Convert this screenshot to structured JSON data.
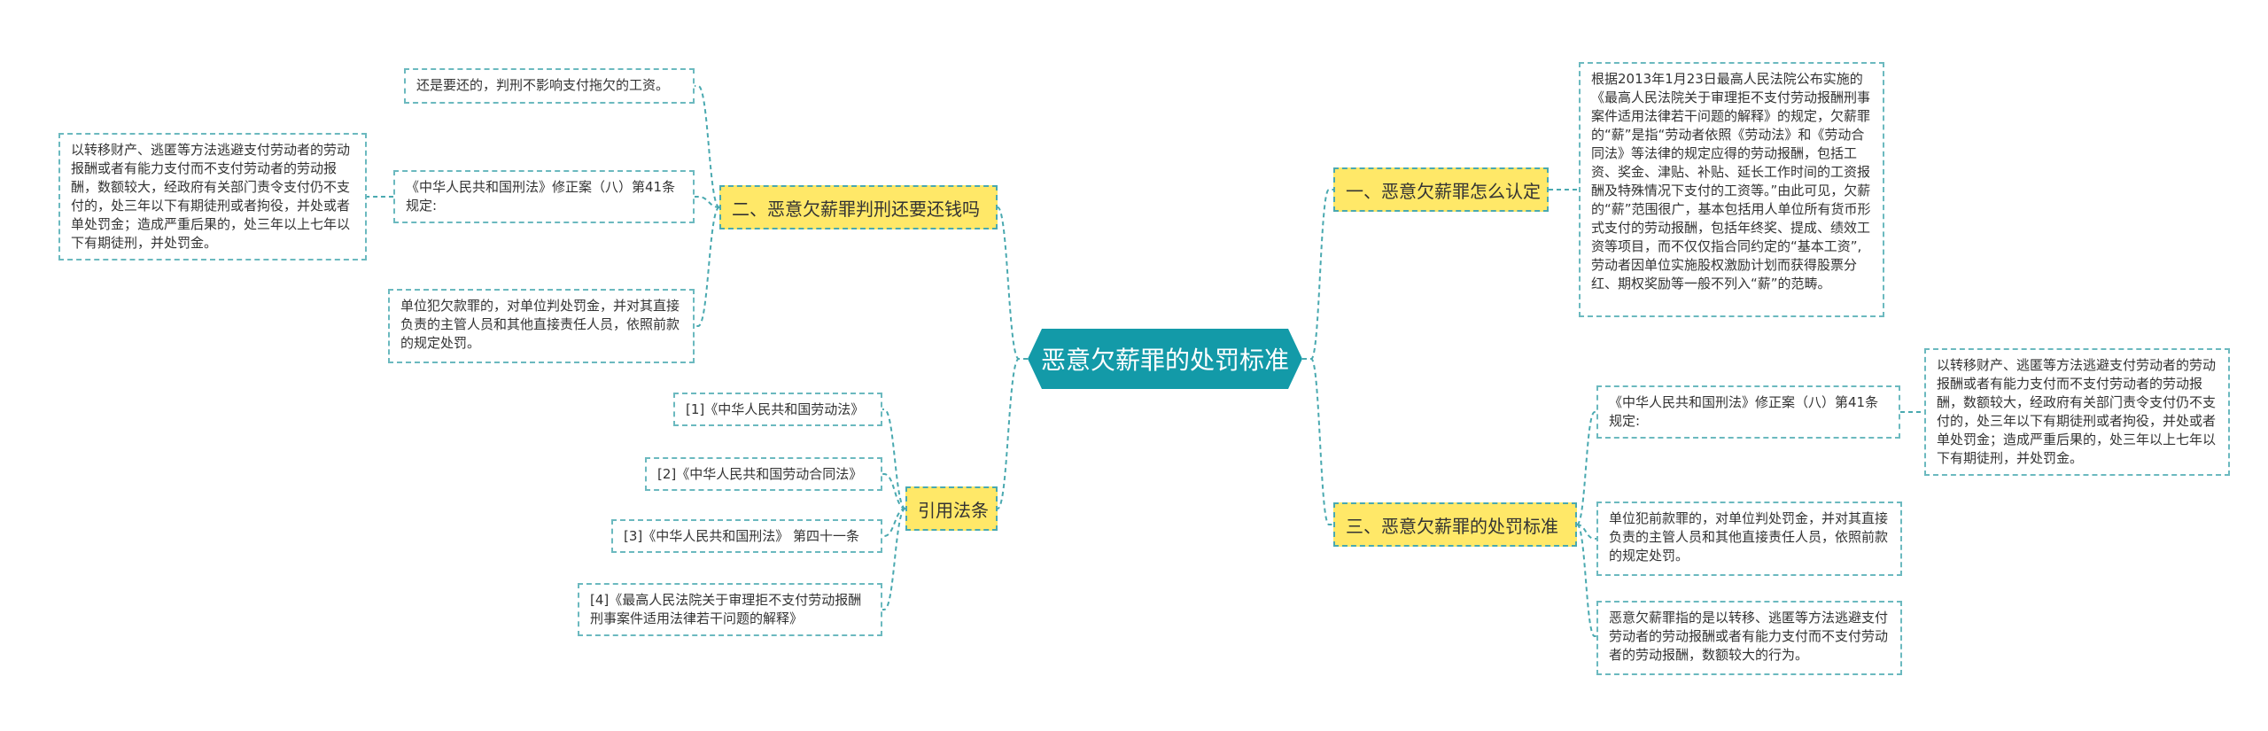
{
  "root": {
    "title": "恶意欠薪罪的处罚标准"
  },
  "branches": {
    "b1": "一、恶意欠薪罪怎么认定",
    "b2": "二、恶意欠薪罪判刑还要还钱吗",
    "b3": "三、恶意欠薪罪的处罚标准",
    "b4": "引用法条"
  },
  "leaves": {
    "l_b1_def": "根据2013年1月23日最高人民法院公布实施的《最高人民法院关于审理拒不支付劳动报酬刑事案件适用法律若干问题的解释》的规定，欠薪罪的“薪”是指“劳动者依照《劳动法》和《劳动合同法》等法律的规定应得的劳动报酬，包括工资、奖金、津贴、补贴、延长工作时间的工资报酬及特殊情况下支付的工资等。”由此可见，欠薪的“薪”范围很广，基本包括用人单位所有货币形式支付的劳动报酬，包括年终奖、提成、绩效工资等项目，而不仅仅指合同约定的“基本工资”,劳动者因单位实施股权激励计划而获得股票分红、期权奖励等一般不列入“薪”的范畴。",
    "l_b2_pay": "还是要还的，判刑不影响支付拖欠的工资。",
    "l_b2_law": "《中华人民共和国刑法》修正案（八）第41条规定:",
    "l_b2_law_detail": "以转移财产、逃匿等方法逃避支付劳动者的劳动报酬或者有能力支付而不支付劳动者的劳动报酬，数额较大，经政府有关部门责令支付仍不支付的，处三年以下有期徒刑或者拘役，并处或者单处罚金；造成严重后果的，处三年以上七年以下有期徒刑，并处罚金。",
    "l_b2_unit": "单位犯欠款罪的，对单位判处罚金，并对其直接负责的主管人员和其他直接责任人员，依照前款的规定处罚。",
    "l_b3_law": "《中华人民共和国刑法》修正案（八）第41条规定:",
    "l_b3_law_detail": "以转移财产、逃匿等方法逃避支付劳动者的劳动报酬或者有能力支付而不支付劳动者的劳动报酬，数额较大，经政府有关部门责令支付仍不支付的，处三年以下有期徒刑或者拘役，并处或者单处罚金；造成严重后果的，处三年以上七年以下有期徒刑，并处罚金。",
    "l_b3_unit": "单位犯前款罪的，对单位判处罚金，并对其直接负责的主管人员和其他直接责任人员，依照前款的规定处罚。",
    "l_b3_def": "恶意欠薪罪指的是以转移、逃匿等方法逃避支付劳动者的劳动报酬或者有能力支付而不支付劳动者的劳动报酬，数额较大的行为。",
    "c1": "[1]《中华人民共和国劳动法》",
    "c2": "[2]《中华人民共和国劳动合同法》",
    "c3": "[3]《中华人民共和国刑法》 第四十一条",
    "c4": "[4]《最高人民法院关于审理拒不支付劳动报酬刑事案件适用法律若干问题的解释》"
  },
  "colors": {
    "root": "#139aa8",
    "branch": "#ffe868",
    "line": "#4aa9b0"
  }
}
